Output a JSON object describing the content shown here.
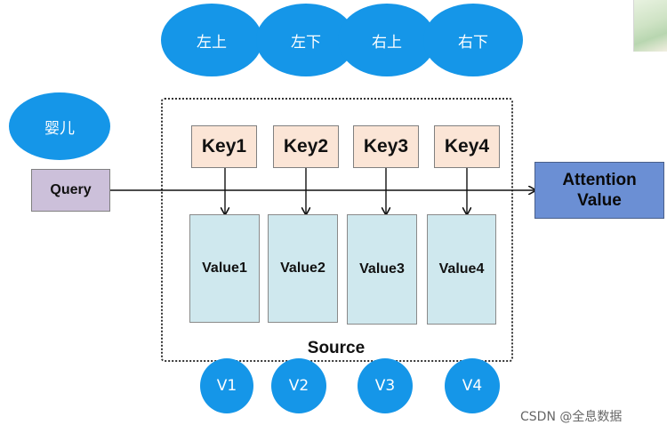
{
  "top_labels": [
    "左上",
    "左下",
    "右上",
    "右下"
  ],
  "baby_label": "婴儿",
  "query_label": "Query",
  "keys": [
    "Key1",
    "Key2",
    "Key3",
    "Key4"
  ],
  "values": [
    "Value1",
    "Value2",
    "Value3",
    "Value4"
  ],
  "source_label": "Source",
  "attention": {
    "line1": "Attention",
    "line2": "Value"
  },
  "v_labels": [
    "V1",
    "V2",
    "V3",
    "V4"
  ],
  "watermark": "CSDN @全息数据",
  "colors": {
    "ellipse": "#1596e8",
    "key_fill": "#fbe5d6",
    "value_fill": "#cfe8ee",
    "query_fill": "#ccc0da",
    "attention_fill": "#6b8fd4"
  }
}
